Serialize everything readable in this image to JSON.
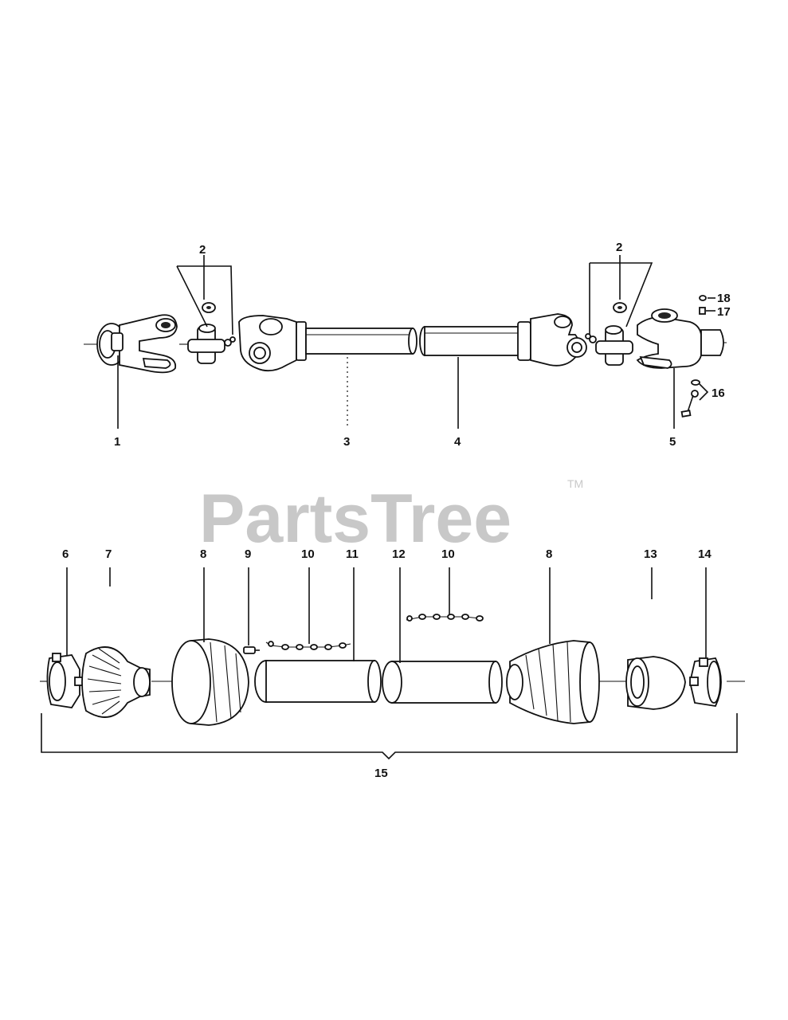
{
  "watermark": {
    "text": "PartsTree",
    "tm": "TM"
  },
  "callouts": {
    "c1": "1",
    "c2a": "2",
    "c2b": "2",
    "c3": "3",
    "c4": "4",
    "c5": "5",
    "c6": "6",
    "c7": "7",
    "c8a": "8",
    "c8b": "8",
    "c9": "9",
    "c10a": "10",
    "c10b": "10",
    "c11": "11",
    "c12": "12",
    "c13": "13",
    "c14": "14",
    "c15": "15",
    "c16": "16",
    "c17": "17",
    "c18": "18"
  }
}
